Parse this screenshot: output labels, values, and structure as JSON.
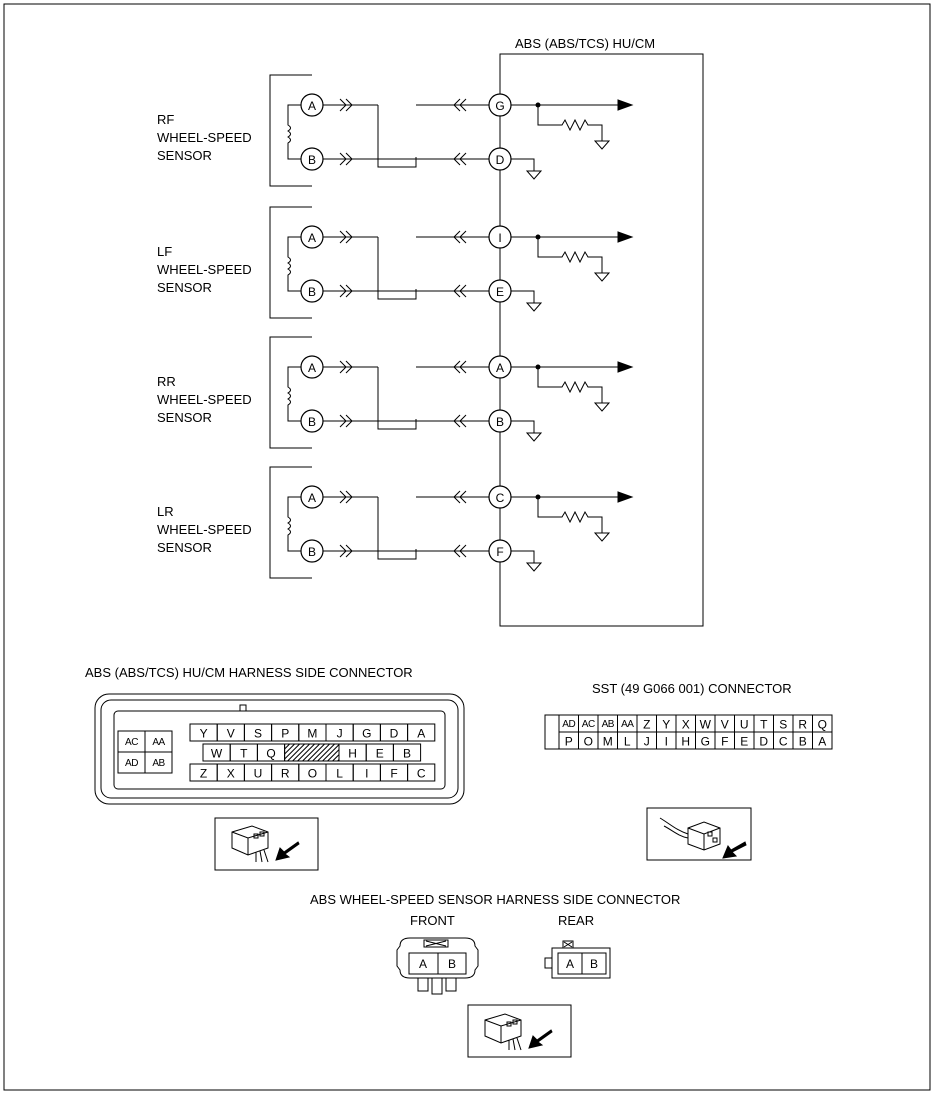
{
  "module_title": "ABS (ABS/TCS) HU/CM",
  "sensors": [
    {
      "lines": [
        "RF",
        "WHEEL-SPEED",
        "SENSOR"
      ],
      "pin_a": "A",
      "pin_b": "B",
      "module_pin_signal": "G",
      "module_pin_ground": "D"
    },
    {
      "lines": [
        "LF",
        "WHEEL-SPEED",
        "SENSOR"
      ],
      "pin_a": "A",
      "pin_b": "B",
      "module_pin_signal": "I",
      "module_pin_ground": "E"
    },
    {
      "lines": [
        "RR",
        "WHEEL-SPEED",
        "SENSOR"
      ],
      "pin_a": "A",
      "pin_b": "B",
      "module_pin_signal": "A",
      "module_pin_ground": "B"
    },
    {
      "lines": [
        "LR",
        "WHEEL-SPEED",
        "SENSOR"
      ],
      "pin_a": "A",
      "pin_b": "B",
      "module_pin_signal": "C",
      "module_pin_ground": "F"
    }
  ],
  "harness_connector": {
    "title": "ABS (ABS/TCS) HU/CM HARNESS SIDE CONNECTOR",
    "left_block": [
      [
        "AC",
        "AA"
      ],
      [
        "AD",
        "AB"
      ]
    ],
    "row1": [
      "Y",
      "V",
      "S",
      "P",
      "M",
      "J",
      "G",
      "D",
      "A"
    ],
    "row2": [
      "W",
      "T",
      "Q",
      "",
      "H",
      "E",
      "B"
    ],
    "row3": [
      "Z",
      "X",
      "U",
      "R",
      "O",
      "L",
      "I",
      "F",
      "C"
    ]
  },
  "sst_connector": {
    "title": "SST (49 G066 001) CONNECTOR",
    "row1": [
      "AD",
      "AC",
      "AB",
      "AA",
      "Z",
      "Y",
      "X",
      "W",
      "V",
      "U",
      "T",
      "S",
      "R",
      "Q"
    ],
    "row2": [
      "P",
      "O",
      "M",
      "L",
      "J",
      "I",
      "H",
      "G",
      "F",
      "E",
      "D",
      "C",
      "B",
      "A"
    ]
  },
  "wheel_connector": {
    "title": "ABS WHEEL-SPEED SENSOR HARNESS SIDE CONNECTOR",
    "front_label": "FRONT",
    "rear_label": "REAR",
    "front_pins": [
      "A",
      "B"
    ],
    "rear_pins": [
      "A",
      "B"
    ]
  }
}
